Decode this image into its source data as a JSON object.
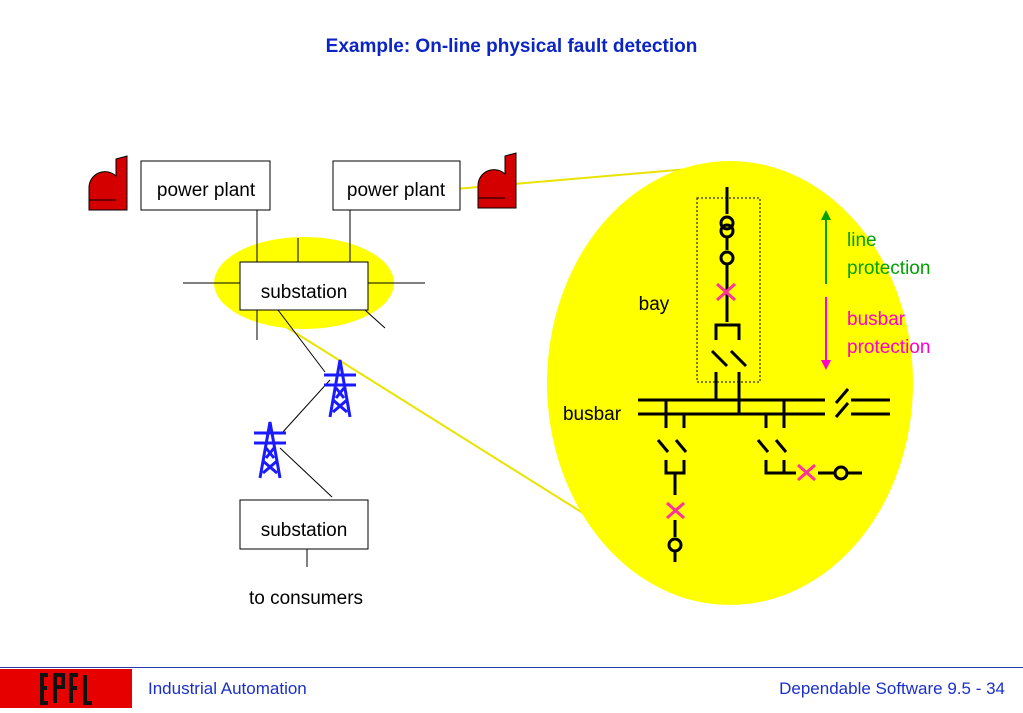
{
  "title": "Example: On-line physical fault detection",
  "left_network": {
    "power_plant_1": "power plant",
    "power_plant_2": "power plant",
    "substation_top": "substation",
    "substation_bottom": "substation",
    "to_consumers": "to consumers"
  },
  "detail": {
    "bay": "bay",
    "busbar": "busbar",
    "line_protection": [
      "line",
      "protection"
    ],
    "busbar_protection": [
      "busbar",
      "protection"
    ]
  },
  "colors": {
    "title": "#0b24c4",
    "highlight": "#ffff00",
    "plant": "#d40000",
    "tower": "#1a1aff",
    "line_protection": "#00a000",
    "busbar_protection": "#ff00cc",
    "fault_x": "#ff3399"
  },
  "icons": [
    "power-plant-icon",
    "transmission-tower-icon",
    "fault-x-icon",
    "breaker-icon",
    "isolator-icon"
  ],
  "footer": {
    "logo": "EPFL",
    "left": "Industrial Automation",
    "right": "Dependable Software 9.5 - 34"
  }
}
